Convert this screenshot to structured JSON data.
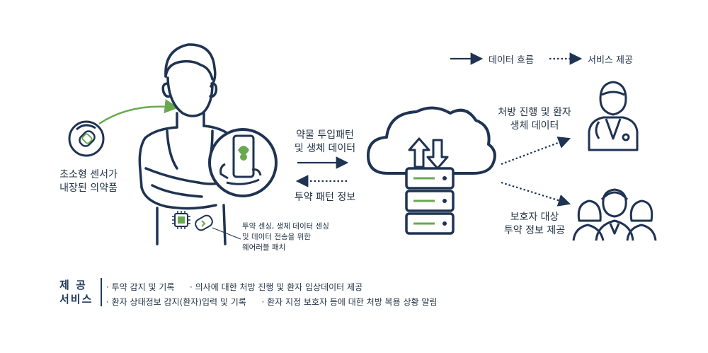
{
  "legend": {
    "data_flow": "데이터 흐름",
    "service_provision": "서비스 제공"
  },
  "labels": {
    "sensor_drug_line1": "초소형 센서가",
    "sensor_drug_line2": "내장된 의약품",
    "upload_line1": "약물 투입패턴",
    "upload_line2": "및 생체 데이터",
    "download": "투약 패턴 정보",
    "prescription_line1": "처방 진행 및 환자",
    "prescription_line2": "생체 데이터",
    "guardian_line1": "보호자 대상",
    "guardian_line2": "투약 정보 제공",
    "patch_line1": "투약 센싱, 생체 데이터 센싱",
    "patch_line2": "및 데이터 전송을 위한",
    "patch_line3": "웨어러블 패치"
  },
  "services": {
    "title_line1": "제  공",
    "title_line2": "서비스",
    "row1_item1": "· 투약 감지 및 기록",
    "row1_item2": "· 의사에 대한 처방 진행 및 환자 임상데이터 제공",
    "row2_item1": "· 환자 상태정보 감지(환자)입력 및 기록",
    "row2_item2": "· 환자 지정 보호자 등에 대한 처방 복용 상황 알림"
  },
  "colors": {
    "navy": "#1f3352",
    "green": "#6aa84f",
    "text": "#243447"
  },
  "icons": [
    "pill-icon",
    "patient-figure",
    "smartphone-icon",
    "patch-chip-icon",
    "cloud-server-icon",
    "doctor-icon",
    "family-icon"
  ]
}
